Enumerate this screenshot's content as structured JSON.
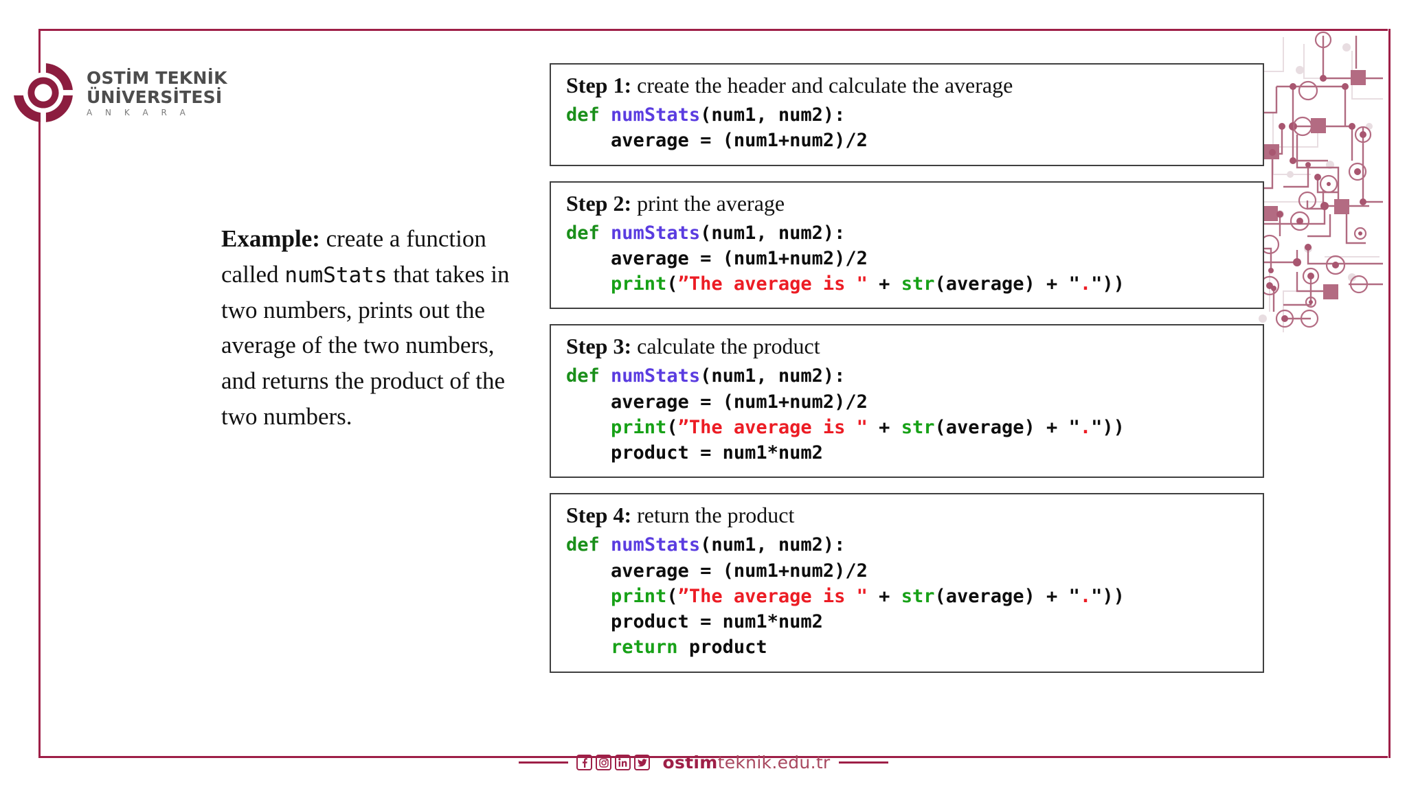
{
  "brand": {
    "accent_color": "#9e1f47",
    "logo_line1": "OSTİM TEKNİK",
    "logo_line2": "ÜNİVERSİTESİ",
    "logo_line3": "A N K A R A",
    "logo_icon": "target-crosshair-icon"
  },
  "example": {
    "label": "Example:",
    "part1": " create a function called ",
    "function_name": "numStats",
    "part2": " that takes in two numbers, prints out the average of the two numbers, and returns the product of the two numbers."
  },
  "steps": [
    {
      "label": "Step 1:",
      "title": " create the header and calculate the average",
      "code": [
        [
          {
            "t": "def",
            "c": "kw"
          },
          {
            "t": " ",
            "c": "pn"
          },
          {
            "t": "numStats",
            "c": "fn"
          },
          {
            "t": "(num1, num2):",
            "c": "pn"
          }
        ],
        [
          {
            "t": "    average = (num1+num2)/2",
            "c": "pn"
          }
        ]
      ]
    },
    {
      "label": "Step 2:",
      "title": " print the average",
      "code": [
        [
          {
            "t": "def",
            "c": "kw"
          },
          {
            "t": " ",
            "c": "pn"
          },
          {
            "t": "numStats",
            "c": "fn"
          },
          {
            "t": "(num1, num2):",
            "c": "pn"
          }
        ],
        [
          {
            "t": "    average = (num1+num2)/2",
            "c": "pn"
          }
        ],
        [
          {
            "t": "    ",
            "c": "pn"
          },
          {
            "t": "print",
            "c": "bi"
          },
          {
            "t": "(",
            "c": "pn"
          },
          {
            "t": "”The average is \"",
            "c": "str"
          },
          {
            "t": " + ",
            "c": "pn"
          },
          {
            "t": "str",
            "c": "bi"
          },
          {
            "t": "(average) + ",
            "c": "pn"
          },
          {
            "t": "\"",
            "c": "pn"
          },
          {
            "t": ".",
            "c": "str"
          },
          {
            "t": "\"",
            "c": "pn"
          },
          {
            "t": "))",
            "c": "pn"
          }
        ]
      ]
    },
    {
      "label": "Step 3:",
      "title": " calculate the product",
      "code": [
        [
          {
            "t": "def",
            "c": "kw"
          },
          {
            "t": " ",
            "c": "pn"
          },
          {
            "t": "numStats",
            "c": "fn"
          },
          {
            "t": "(num1, num2):",
            "c": "pn"
          }
        ],
        [
          {
            "t": "    average = (num1+num2)/2",
            "c": "pn"
          }
        ],
        [
          {
            "t": "    ",
            "c": "pn"
          },
          {
            "t": "print",
            "c": "bi"
          },
          {
            "t": "(",
            "c": "pn"
          },
          {
            "t": "”The average is \"",
            "c": "str"
          },
          {
            "t": " + ",
            "c": "pn"
          },
          {
            "t": "str",
            "c": "bi"
          },
          {
            "t": "(average) + ",
            "c": "pn"
          },
          {
            "t": "\"",
            "c": "pn"
          },
          {
            "t": ".",
            "c": "str"
          },
          {
            "t": "\"",
            "c": "pn"
          },
          {
            "t": "))",
            "c": "pn"
          }
        ],
        [
          {
            "t": "    product = num1*num2",
            "c": "pn"
          }
        ]
      ]
    },
    {
      "label": "Step 4:",
      "title": " return the product",
      "code": [
        [
          {
            "t": "def",
            "c": "kw"
          },
          {
            "t": " ",
            "c": "pn"
          },
          {
            "t": "numStats",
            "c": "fn"
          },
          {
            "t": "(num1, num2):",
            "c": "pn"
          }
        ],
        [
          {
            "t": "    average = (num1+num2)/2",
            "c": "pn"
          }
        ],
        [
          {
            "t": "    ",
            "c": "pn"
          },
          {
            "t": "print",
            "c": "bi"
          },
          {
            "t": "(",
            "c": "pn"
          },
          {
            "t": "”The average is \"",
            "c": "str"
          },
          {
            "t": " + ",
            "c": "pn"
          },
          {
            "t": "str",
            "c": "bi"
          },
          {
            "t": "(average) + ",
            "c": "pn"
          },
          {
            "t": "\"",
            "c": "pn"
          },
          {
            "t": ".",
            "c": "str"
          },
          {
            "t": "\"",
            "c": "pn"
          },
          {
            "t": "))",
            "c": "pn"
          }
        ],
        [
          {
            "t": "    product = num1*num2",
            "c": "pn"
          }
        ],
        [
          {
            "t": "    ",
            "c": "pn"
          },
          {
            "t": "return",
            "c": "bi"
          },
          {
            "t": " product",
            "c": "pn"
          }
        ]
      ]
    }
  ],
  "footer": {
    "icons": [
      "facebook-icon",
      "instagram-icon",
      "linkedin-icon",
      "twitter-icon"
    ],
    "site_bold": "ostim",
    "site_light": "teknik.edu.tr"
  }
}
